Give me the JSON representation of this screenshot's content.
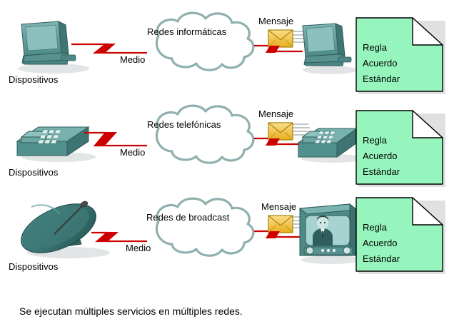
{
  "caption": "Se ejecutan múltiples servicios en múltiples redes.",
  "colors": {
    "device_teal": "#5e9a98",
    "device_teal_dark": "#3c6e6c",
    "cloud_outline": "#8fb0ae",
    "link_red": "#cc0000",
    "envelope_yellow": "#f2c131",
    "envelope_yellow_light": "#f8e08a",
    "document_green": "#96f5bd",
    "document_outline": "#000000",
    "text_black": "#000000",
    "background": "#ffffff"
  },
  "rows": [
    {
      "id": "computer-network",
      "source_device_icon": "desktop-computer-icon",
      "source_label": "Dispositivos",
      "medium_label": "Medio",
      "cloud_label": "Redes informáticas",
      "message_label": "Mensaje",
      "message_icon": "envelope-icon",
      "dest_device_icon": "desktop-computer-icon",
      "document_lines": [
        "Regla",
        "Acuerdo",
        "Estándar"
      ]
    },
    {
      "id": "telephone-network",
      "source_device_icon": "desk-phone-icon",
      "source_label": "Dispositivos",
      "medium_label": "Medio",
      "cloud_label": "Redes telefónicas",
      "message_label": "Mensaje",
      "message_icon": "envelope-icon",
      "dest_device_icon": "desk-phone-icon",
      "document_lines": [
        "Regla",
        "Acuerdo",
        "Estándar"
      ]
    },
    {
      "id": "broadcast-network",
      "source_device_icon": "satellite-dish-icon",
      "source_label": "Dispositivos",
      "medium_label": "Medio",
      "cloud_label": "Redes de broadcast",
      "message_label": "Mensaje",
      "message_icon": "envelope-icon",
      "dest_device_icon": "television-icon",
      "document_lines": [
        "Regla",
        "Acuerdo",
        "Estándar"
      ]
    }
  ]
}
